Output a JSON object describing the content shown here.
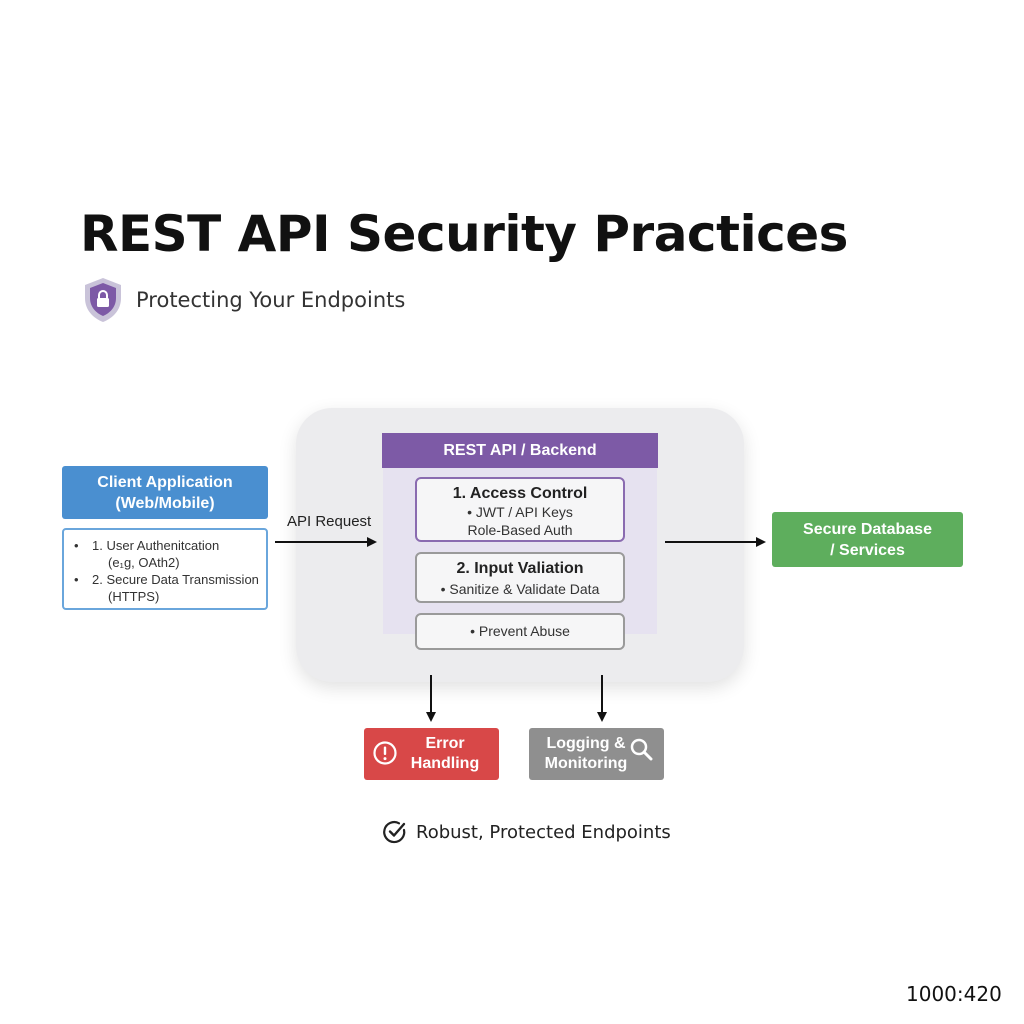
{
  "header": {
    "title": "REST API Security Practices",
    "subtitle": "Protecting Your Endpoints",
    "icon": "shield-lock-icon"
  },
  "client": {
    "title_line1": "Client Application",
    "title_line2": "(Web/Mobile)",
    "items": [
      {
        "bullet": "•",
        "line1": "1. User Authenitcation",
        "line2": "(e₁g, OAth2)"
      },
      {
        "bullet": "•",
        "line1": "2. Secure Data Transmission",
        "line2": "(HTTPS)"
      }
    ]
  },
  "arrow_label": "API Request",
  "backend": {
    "title": "REST API / Backend",
    "access_control": {
      "title": "1. Access Control",
      "line1": "• JWT / API Keys",
      "line2": "Role-Based Auth"
    },
    "input_validation": {
      "title": "2. Input Valiation",
      "line1": "• Sanitize & Validate Data"
    },
    "abuse": {
      "line1": "• Prevent Abuse"
    }
  },
  "database": {
    "line1": "Secure Database",
    "line2": "/ Services"
  },
  "error": {
    "line1": "Error",
    "line2": "Handling",
    "icon": "alert-circle-icon"
  },
  "logging": {
    "line1": "Logging &",
    "line2": "Monitoring",
    "icon": "magnifier-icon"
  },
  "footer": {
    "text": "Robust, Protected Endpoints",
    "icon": "check-circle-icon"
  },
  "ratio_label": "1000:420",
  "colors": {
    "client": "#4a8fd0",
    "backend": "#7d5aa6",
    "database": "#5eae5d",
    "error": "#d84848",
    "logging": "#8f8f8f"
  }
}
